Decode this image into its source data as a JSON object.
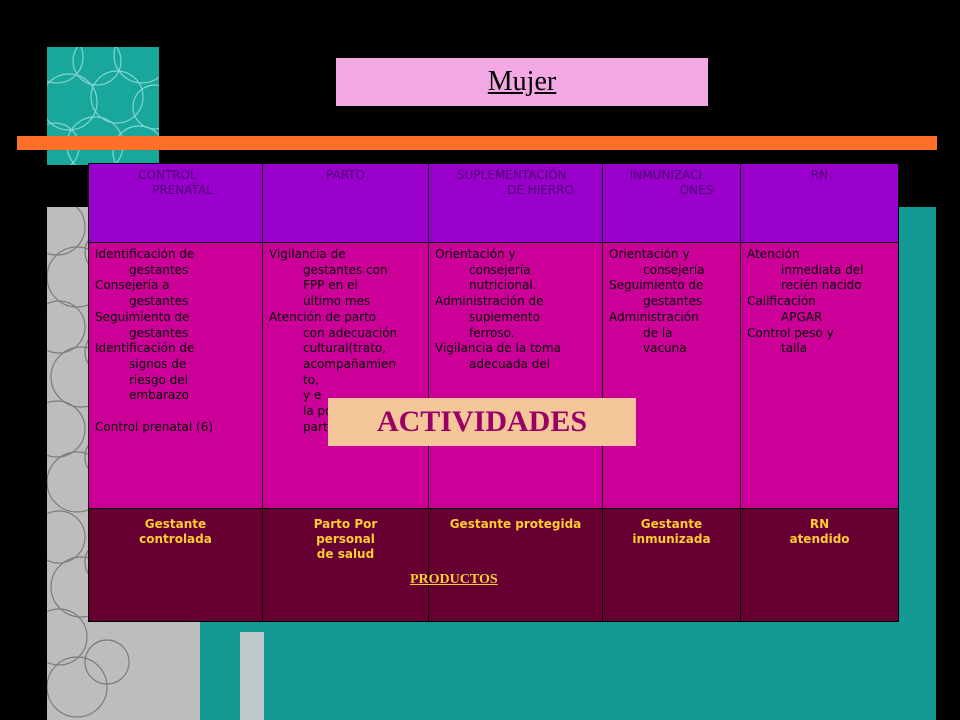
{
  "slide": {
    "title": "Mujer",
    "overlay_label": "ACTIVIDADES",
    "products_label": "PRODUCTOS"
  },
  "colors": {
    "header_bg": "#9900cc",
    "activities_bg": "#cc0099",
    "products_bg": "#660033",
    "products_text": "#ffcc33",
    "title_bg": "#f2a8e2",
    "overlay_bg": "#f4c69a",
    "teal": "#139a95",
    "orange": "#ff6f2a"
  },
  "table": {
    "headers": [
      [
        "CONTROL",
        "PRENATAL"
      ],
      [
        "PARTO"
      ],
      [
        "SUPLEMENTACIÓN",
        "DE HIERRO"
      ],
      [
        "INMUNIZACI",
        "ONES"
      ],
      [
        "RN"
      ]
    ],
    "activities": [
      [
        [
          "Identificación de",
          "gestantes"
        ],
        [
          "Consejería a",
          "gestantes"
        ],
        [
          "Seguimiento de",
          "gestantes"
        ],
        [
          "Identificación de",
          "signos de",
          "riesgo del",
          "embarazo"
        ],
        [
          ""
        ],
        [
          "Control prenatal (6)"
        ]
      ],
      [
        [
          "Vigilancia de",
          "gestantes con",
          "FPP en el",
          "último mes"
        ],
        [
          "Atención de parto",
          "con adecuación",
          "cultural(trato,",
          "acompañamien",
          "to,",
          "y e",
          "la posición del",
          "parto)."
        ]
      ],
      [
        [
          "Orientación y",
          "consejería",
          "nutricional."
        ],
        [
          "Administración de",
          "suplemento",
          "ferroso."
        ],
        [
          "Vigilancia de la toma",
          "adecuada del"
        ]
      ],
      [
        [
          "Orientación y",
          "consejería"
        ],
        [
          "Seguimiento de",
          "gestantes"
        ],
        [
          "Administración",
          "de la",
          "vacuna"
        ]
      ],
      [
        [
          "Atención",
          "inmediata del",
          "recién nacido"
        ],
        [
          "Calificación",
          "APGAR"
        ],
        [
          "Control peso y",
          "talla"
        ]
      ]
    ],
    "products": [
      [
        "Gestante",
        "controlada"
      ],
      [
        "Parto Por",
        "personal",
        "de salud"
      ],
      [
        "Gestante protegida"
      ],
      [
        "Gestante",
        "inmunizada"
      ],
      [
        "RN",
        "atendido"
      ]
    ]
  }
}
